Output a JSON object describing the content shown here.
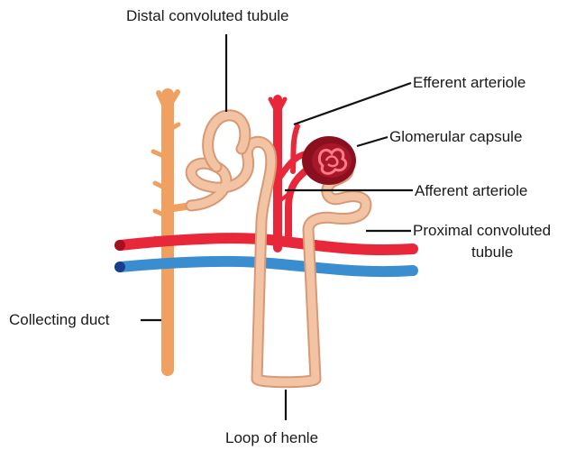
{
  "labels": {
    "distal_convoluted_tubule": "Distal convoluted tubule",
    "efferent_arteriole": "Efferent arteriole",
    "glomerular_capsule": "Glomerular capsule",
    "afferent_arteriole": "Afferent arteriole",
    "proximal_convoluted_tubule_line1": "Proximal convoluted",
    "proximal_convoluted_tubule_line2": "tubule",
    "collecting_duct": "Collecting duct",
    "loop_of_henle": "Loop of henle"
  },
  "colors": {
    "collecting_duct": "#f0a060",
    "tubule": "#f3c4a4",
    "tubule_outline": "#d89874",
    "artery": "#e8283a",
    "vein": "#3a8ed0",
    "capsule": "#8a1020",
    "glomerulus": "#ff7c8c",
    "leader_line": "#111111"
  }
}
